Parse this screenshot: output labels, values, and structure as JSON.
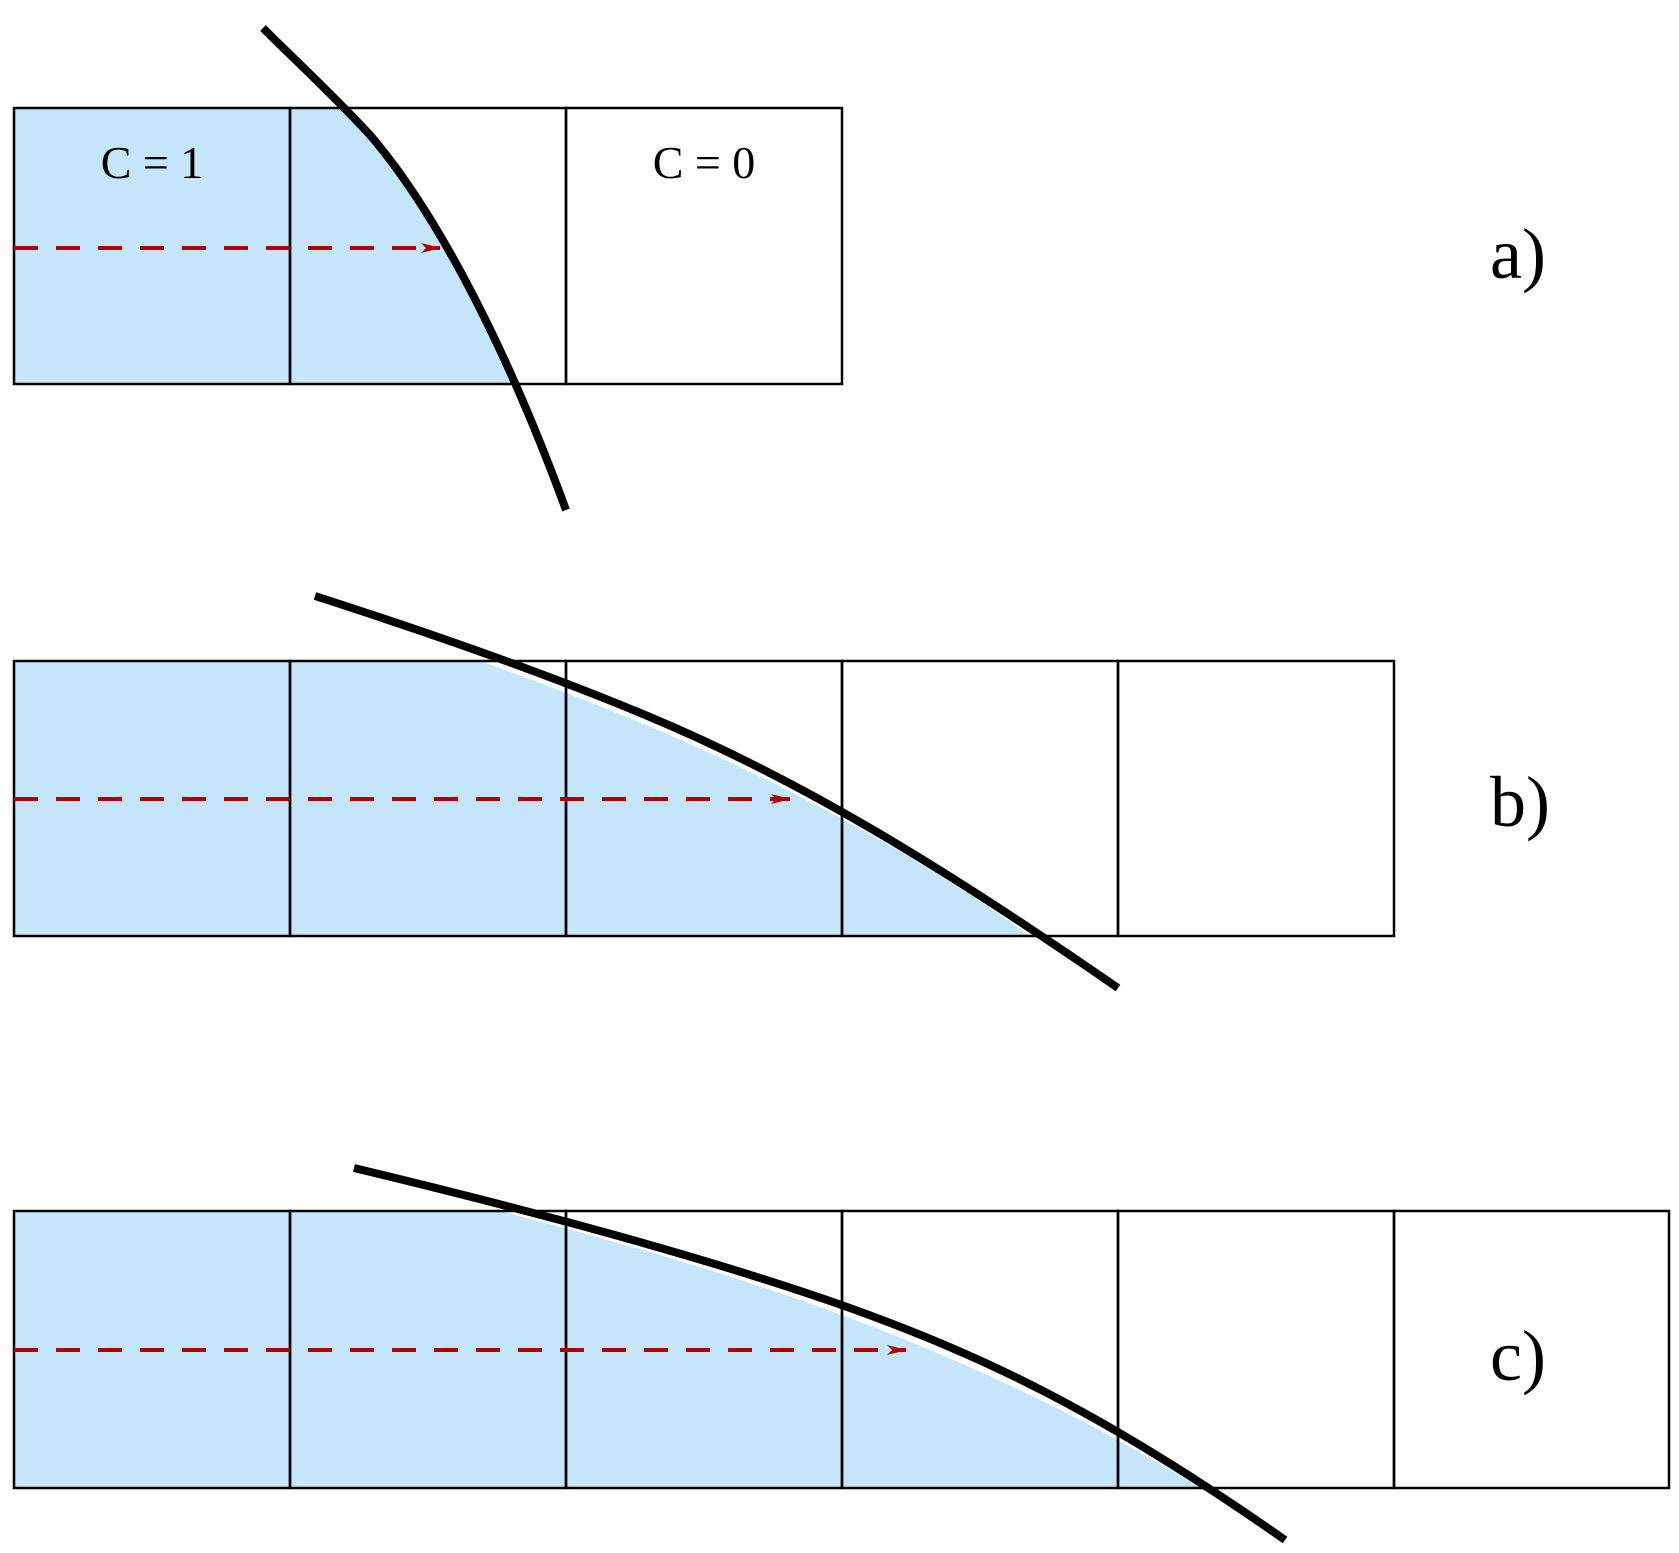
{
  "colors": {
    "fill": "#c5e6fa",
    "grid": "#000000",
    "interface": "#000000",
    "arrow": "#b00000",
    "background": "#ffffff"
  },
  "panels": [
    {
      "id": "a",
      "label": "a)",
      "cells": 3,
      "cell_labels": [
        "C = 1",
        "",
        "C = 0"
      ]
    },
    {
      "id": "b",
      "label": "b)",
      "cells": 5,
      "cell_labels": [
        "",
        "",
        "",
        "",
        ""
      ]
    },
    {
      "id": "c",
      "label": "c)",
      "cells": 6,
      "cell_labels": [
        "",
        "",
        "",
        "",
        "",
        ""
      ]
    }
  ]
}
